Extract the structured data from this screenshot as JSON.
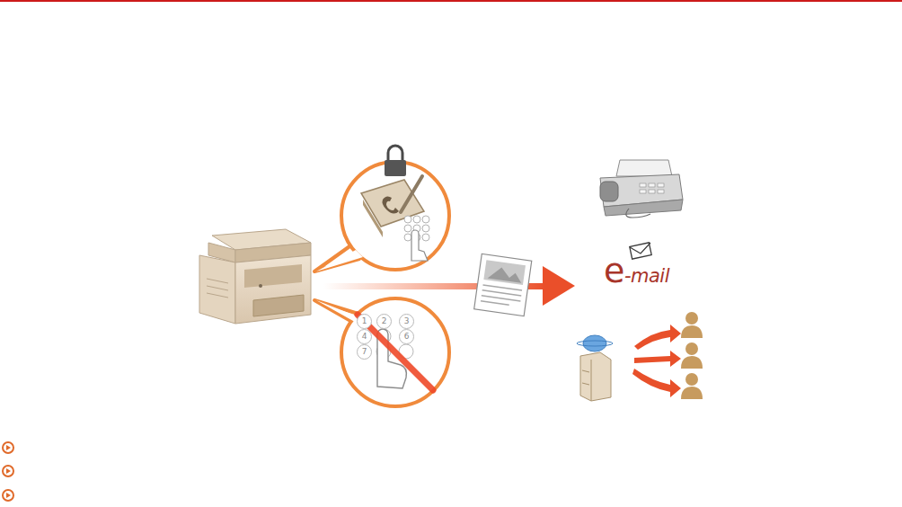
{
  "diagram": {
    "labels": [
      "e-mail",
      "1",
      "2",
      "3",
      "4",
      "6",
      "7"
    ]
  }
}
